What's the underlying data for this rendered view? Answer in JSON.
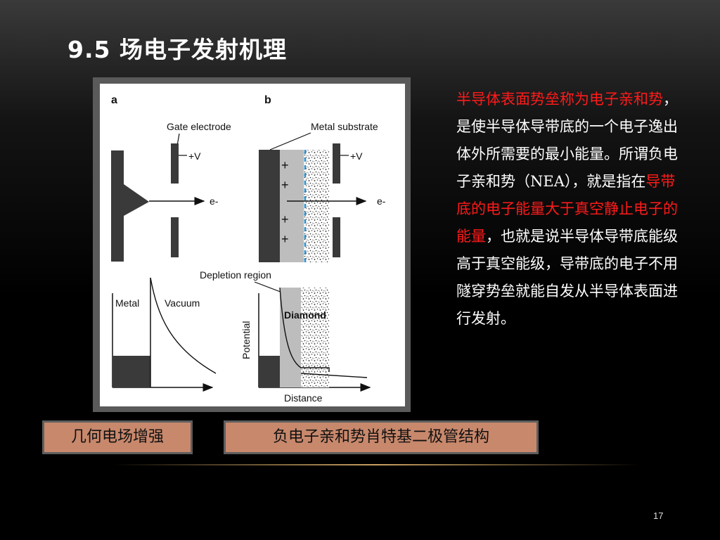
{
  "slide": {
    "title": "9.5 场电子发射机理",
    "page_number": "17"
  },
  "figure": {
    "panel_a_label": "a",
    "panel_b_label": "b",
    "gate_electrode": "Gate electrode",
    "metal_substrate": "Metal substrate",
    "plus_v": "+V",
    "electron": "e-",
    "plus_sign": "+",
    "depletion_region": "Depletion region",
    "metal": "Metal",
    "vacuum": "Vacuum",
    "diamond": "Diamond",
    "potential": "Potential",
    "distance": "Distance"
  },
  "body": {
    "seg1": "半导体表面势垒称为电子亲和势",
    "seg2": "，是使半导体导带底的一个电子逸出体外所需要的最小能量。所谓负电子亲和势（NEA），就是指在",
    "seg3": "导带底的电子能量大于真空静止电子的能量",
    "seg4": "，也就是说半导体导带底能级高于真空能级，导带底的电子不用隧穿势垒就能自发从半导体表面进行发射。"
  },
  "captions": {
    "left": "几何电场增强",
    "right": "负电子亲和势肖特基二极管结构"
  },
  "colors": {
    "highlight": "#ff1a1a",
    "caption_bg": "#c8886c"
  }
}
